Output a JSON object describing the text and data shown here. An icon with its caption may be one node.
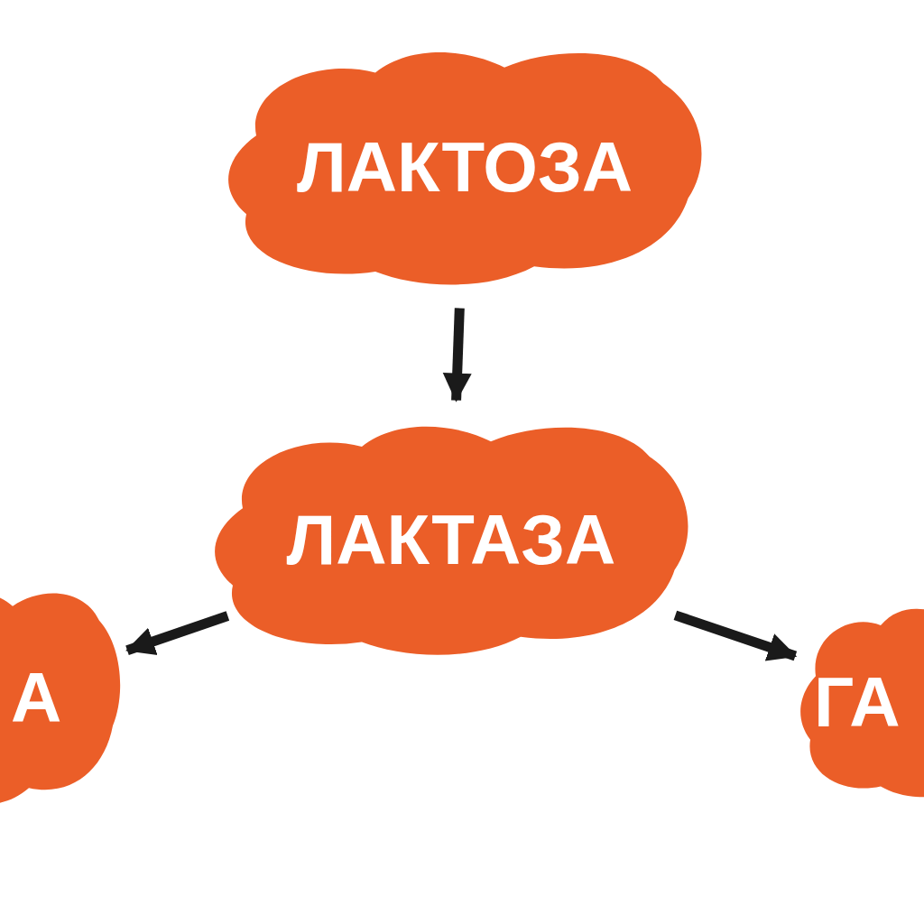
{
  "diagram": {
    "nodes": [
      {
        "text": [
          "ЛАКТОЗА"
        ]
      },
      {
        "text": [
          "ЛАКТАЗА"
        ]
      },
      {
        "text": [
          "А"
        ]
      },
      {
        "text": [
          "ГА"
        ]
      }
    ],
    "edges": [
      {
        "from": 0,
        "to": 1,
        "arrow": "to"
      },
      {
        "from": 1,
        "to": 2,
        "arrow": "to"
      },
      {
        "from": 1,
        "to": 3,
        "arrow": "to"
      }
    ]
  }
}
